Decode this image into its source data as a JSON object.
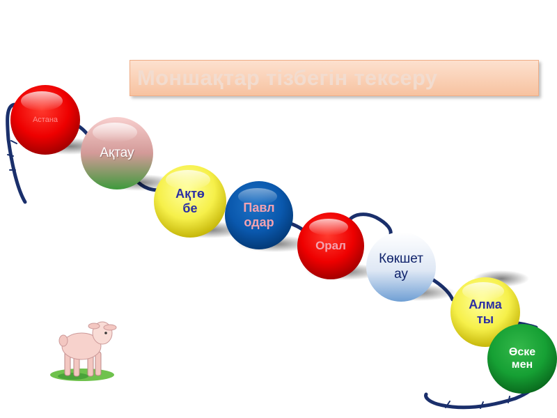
{
  "title": "Моншақтар тізбегін тексеру",
  "beads": [
    {
      "id": "astana",
      "label": "Астана",
      "color": "red"
    },
    {
      "id": "aktau",
      "label": "Ақтау",
      "color": "pink-green"
    },
    {
      "id": "aktobe",
      "label": "Ақтө\nбе",
      "color": "yellow"
    },
    {
      "id": "pavlodar",
      "label": "Павл\nодар",
      "color": "blue"
    },
    {
      "id": "oral",
      "label": "Орал",
      "color": "red"
    },
    {
      "id": "kokshetau",
      "label": "Көкшет\nау",
      "color": "white-blue"
    },
    {
      "id": "almaty",
      "label": "Алма\nты",
      "color": "yellow"
    },
    {
      "id": "oskemen",
      "label": "Өске\nмен",
      "color": "green"
    }
  ],
  "decorations": {
    "lamb": "lamb-icon",
    "string": "bead-string"
  }
}
